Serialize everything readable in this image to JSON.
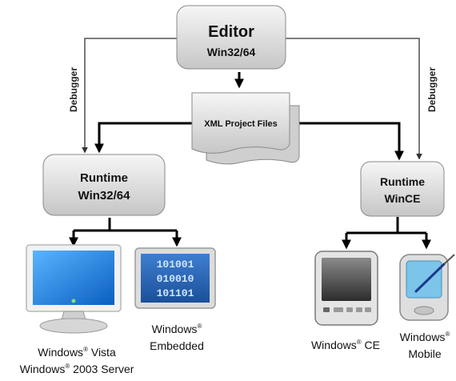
{
  "editor": {
    "title": "Editor",
    "subtitle": "Win32/64"
  },
  "xml_files": {
    "label": "XML Project Files"
  },
  "runtime_win32": {
    "title": "Runtime",
    "subtitle": "Win32/64"
  },
  "runtime_wince": {
    "title": "Runtime",
    "subtitle": "WinCE"
  },
  "debugger_left": "Debugger",
  "debugger_right": "Debugger",
  "reg": "®",
  "devices": {
    "vista": {
      "name": "Windows",
      "line1_suffix": " Vista",
      "line2_name": "Windows",
      "line2_suffix": " 2003 Server",
      "icon": "desktop-monitor-icon"
    },
    "embedded": {
      "line1": "Windows",
      "line2": "Embedded",
      "icon": "embedded-panel-icon",
      "binary": [
        "101001",
        "010010",
        "101101"
      ]
    },
    "ce": {
      "name": "Windows",
      "suffix": " CE",
      "icon": "handheld-terminal-icon"
    },
    "mobile": {
      "line1": "Windows",
      "line2": "Mobile",
      "icon": "pda-stylus-icon"
    }
  },
  "colors": {
    "box_top": "#f4f4f4",
    "box_bottom": "#c9c9c9",
    "box_stroke": "#8a8a8a",
    "arrow": "#000000",
    "thin_line": "#333333",
    "screen_blue": "#1f7fd8"
  }
}
